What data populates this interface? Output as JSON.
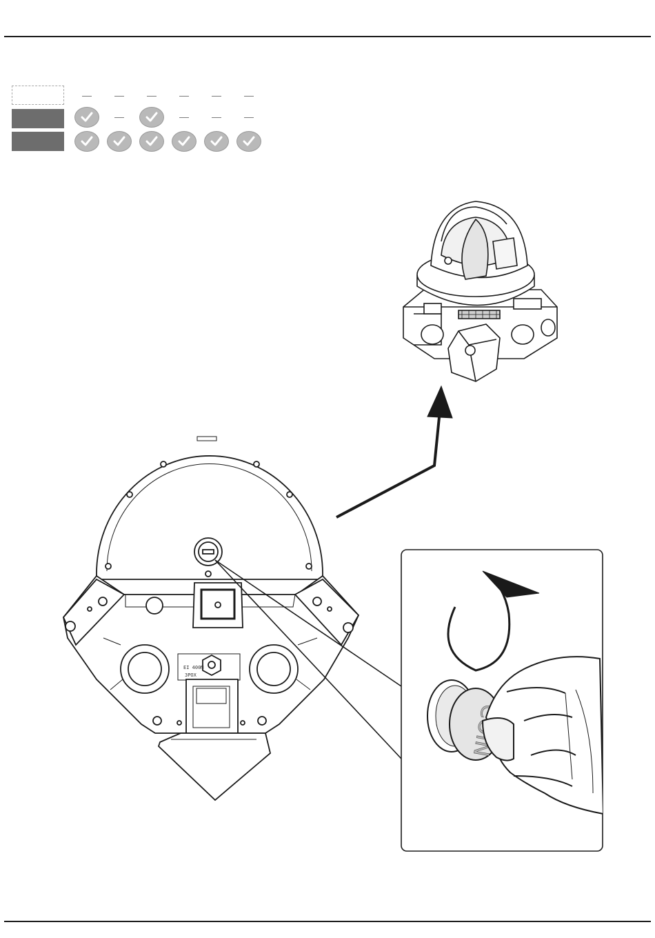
{
  "header": {
    "rule": "top"
  },
  "compatibility_matrix": {
    "rows": [
      {
        "style": "empty",
        "cells": [
          "dash",
          "dash",
          "dash",
          "dash",
          "dash",
          "dash"
        ]
      },
      {
        "style": "filled",
        "cells": [
          "check",
          "dash",
          "check",
          "dash",
          "dash",
          "dash"
        ]
      },
      {
        "style": "filled",
        "cells": [
          "check",
          "check",
          "check",
          "check",
          "check",
          "check"
        ]
      }
    ]
  },
  "illustration": {
    "coin_label": "COIN",
    "base_label_line1": "EI 400M",
    "base_label_line2": "3POX",
    "rotation_direction": "counterclockwise"
  },
  "colors": {
    "rule": "#1a1a1a",
    "filled_label": "#6d6d6d",
    "check_fill": "#b9b9b9",
    "line_art": "#1a1a1a"
  }
}
